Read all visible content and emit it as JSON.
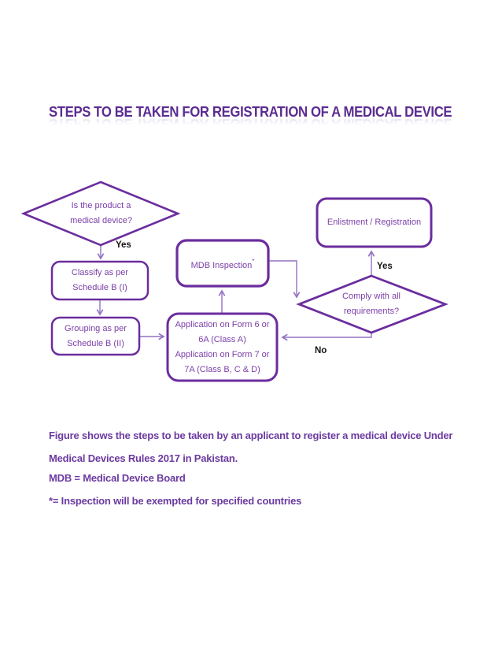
{
  "document": {
    "title": "STEPS TO BE TAKEN FOR REGISTRATION OF A MEDICAL DEVICE"
  },
  "flowchart": {
    "decision_is_medical_device": {
      "label": "Is the product a medical device?"
    },
    "process_classify": {
      "label": "Classify as per Schedule B (I)"
    },
    "process_grouping": {
      "label": "Grouping as per Schedule B (II)"
    },
    "process_application": {
      "line1": "Application on Form 6 or 6A (Class A)",
      "line2": "Application on Form 7 or 7A (Class B, C & D)"
    },
    "process_mdb_inspection": {
      "label": "MDB Inspection",
      "footnote_marker": "*"
    },
    "decision_comply": {
      "label": "Comply with all requirements?"
    },
    "process_enlistment": {
      "label": "Enlistment / Registration"
    },
    "edge_labels": {
      "yes_product": "Yes",
      "yes_comply": "Yes",
      "no_comply": "No"
    },
    "colors": {
      "shape_border": "#6B2D9E",
      "shape_text": "#7B3FA8",
      "connector": "#9272C4",
      "edge_label_text": "#161616",
      "title_text": "#5B2C90",
      "caption_text": "#6B3AA0"
    }
  },
  "caption": {
    "figure_description": "Figure shows the steps to be taken by an applicant to register a medical device Under Medical Devices Rules 2017 in Pakistan.",
    "abbreviation_note": "MDB = Medical Device Board",
    "footnote": "*= Inspection will be exempted for specified countries"
  }
}
